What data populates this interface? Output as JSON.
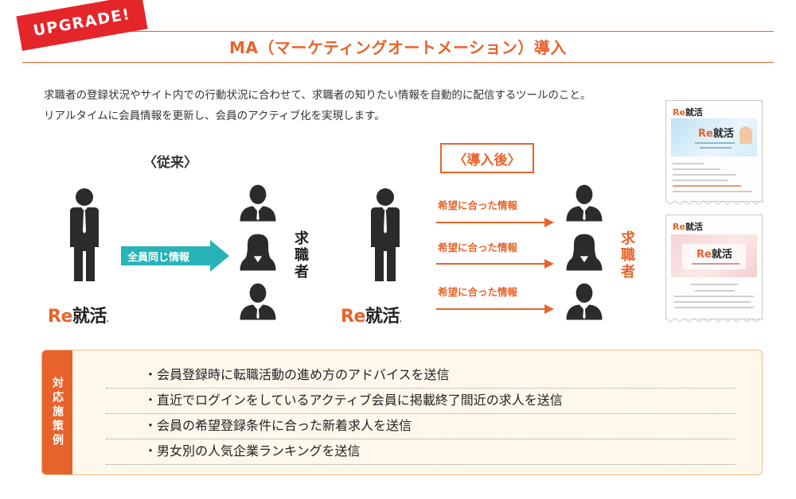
{
  "header": {
    "badge": "UPGRADE!",
    "title": "MA（マーケティングオートメーション）導入"
  },
  "description": [
    "求職者の登録状況やサイト内での行動状況に合わせて、求職者の知りたい情報を自動的に配信するツールのこと。",
    "リアルタイムに会員情報を更新し、会員のアクティブ化を実現します。"
  ],
  "before": {
    "label": "〈従来〉",
    "arrow_label": "全員同じ情報",
    "target_label": "求職者",
    "logo": {
      "re": "Re",
      "kanji": "就活",
      "dot": "."
    }
  },
  "after": {
    "label": "〈導入後〉",
    "arrow_labels": [
      "希望に合った情報",
      "希望に合った情報",
      "希望に合った情報"
    ],
    "target_label": "求職者",
    "logo": {
      "re": "Re",
      "kanji": "就活",
      "dot": "."
    }
  },
  "mails": [
    {
      "logo_re": "Re",
      "logo_kanji": "就活",
      "banner_re": "Re",
      "banner_kanji": "就活"
    },
    {
      "logo_re": "Re",
      "logo_kanji": "就活",
      "banner_re": "Re",
      "banner_kanji": "就活"
    }
  ],
  "measures": {
    "side_label": "対応施策例",
    "items": [
      "・会員登録時に転職活動の進め方のアドバイスを送信",
      "・直近でログインをしているアクティブ会員に掲載終了間近の求人を送信",
      "・会員の希望登録条件に合った新着求人を送信",
      "・男女別の人気企業ランキングを送信"
    ]
  },
  "colors": {
    "accent": "#e8632b",
    "badge": "#e4262b",
    "teal": "#27b3b8",
    "person": "#2b2b2b",
    "panel_bg": "#fef8ec"
  }
}
